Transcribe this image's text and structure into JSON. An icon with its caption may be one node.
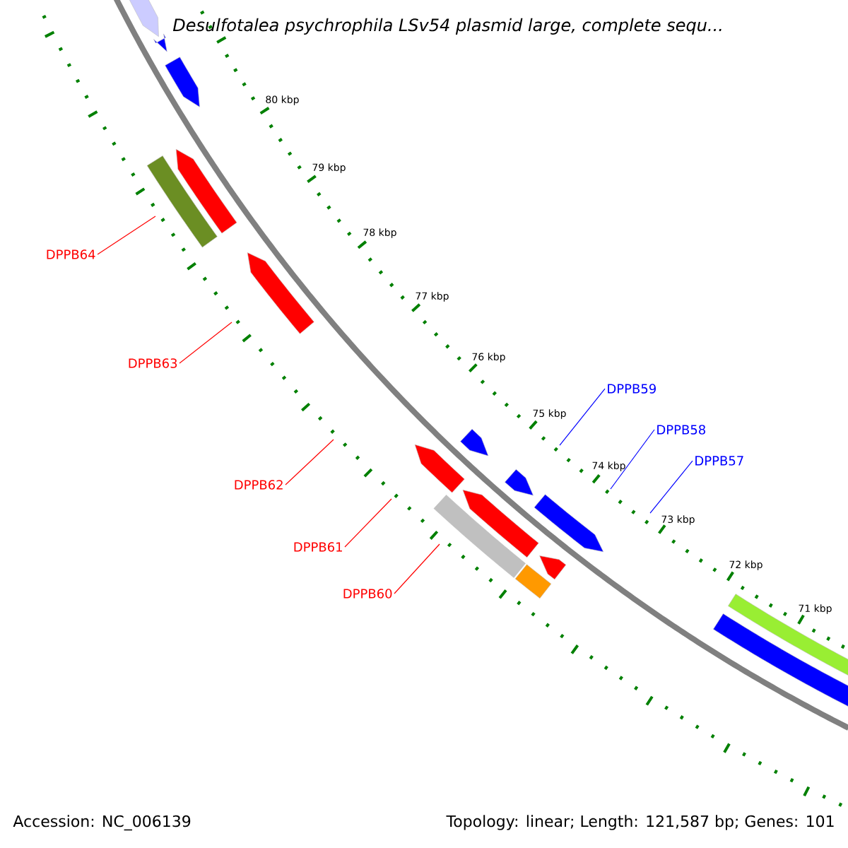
{
  "diagram": {
    "title": "Desulfotalea psychrophila LSv54 plasmid large, complete sequ...",
    "nodes": [
      {
        "text": [
          "DPPB64"
        ]
      },
      {
        "text": [
          "DPPB63"
        ]
      },
      {
        "text": [
          "DPPB62"
        ]
      },
      {
        "text": [
          "DPPB61"
        ]
      },
      {
        "text": [
          "DPPB60"
        ]
      },
      {
        "text": [
          "DPPB59"
        ]
      },
      {
        "text": [
          "DPPB58"
        ]
      },
      {
        "text": [
          "DPPB57"
        ]
      }
    ],
    "edges": [
      {
        "from": 0,
        "to": null,
        "arrow": "none"
      },
      {
        "from": 1,
        "to": null,
        "arrow": "none"
      },
      {
        "from": 2,
        "to": null,
        "arrow": "none"
      },
      {
        "from": 3,
        "to": null,
        "arrow": "none"
      },
      {
        "from": 4,
        "to": null,
        "arrow": "none"
      },
      {
        "from": 5,
        "to": null,
        "arrow": "none",
        "color": "#0000ff"
      },
      {
        "from": 6,
        "to": null,
        "arrow": "none",
        "color": "#0000ff"
      },
      {
        "from": 7,
        "to": null,
        "arrow": "none",
        "color": "#0000ff"
      }
    ],
    "labels": [
      "80 kbp",
      "79 kbp",
      "78 kbp",
      "77 kbp",
      "76 kbp",
      "75 kbp",
      "74 kbp",
      "73 kbp",
      "72 kbp",
      "71 kbp",
      "Accession: NC_006139",
      "Topology: linear; Length: 121,587 bp; Genes: 101"
    ]
  }
}
